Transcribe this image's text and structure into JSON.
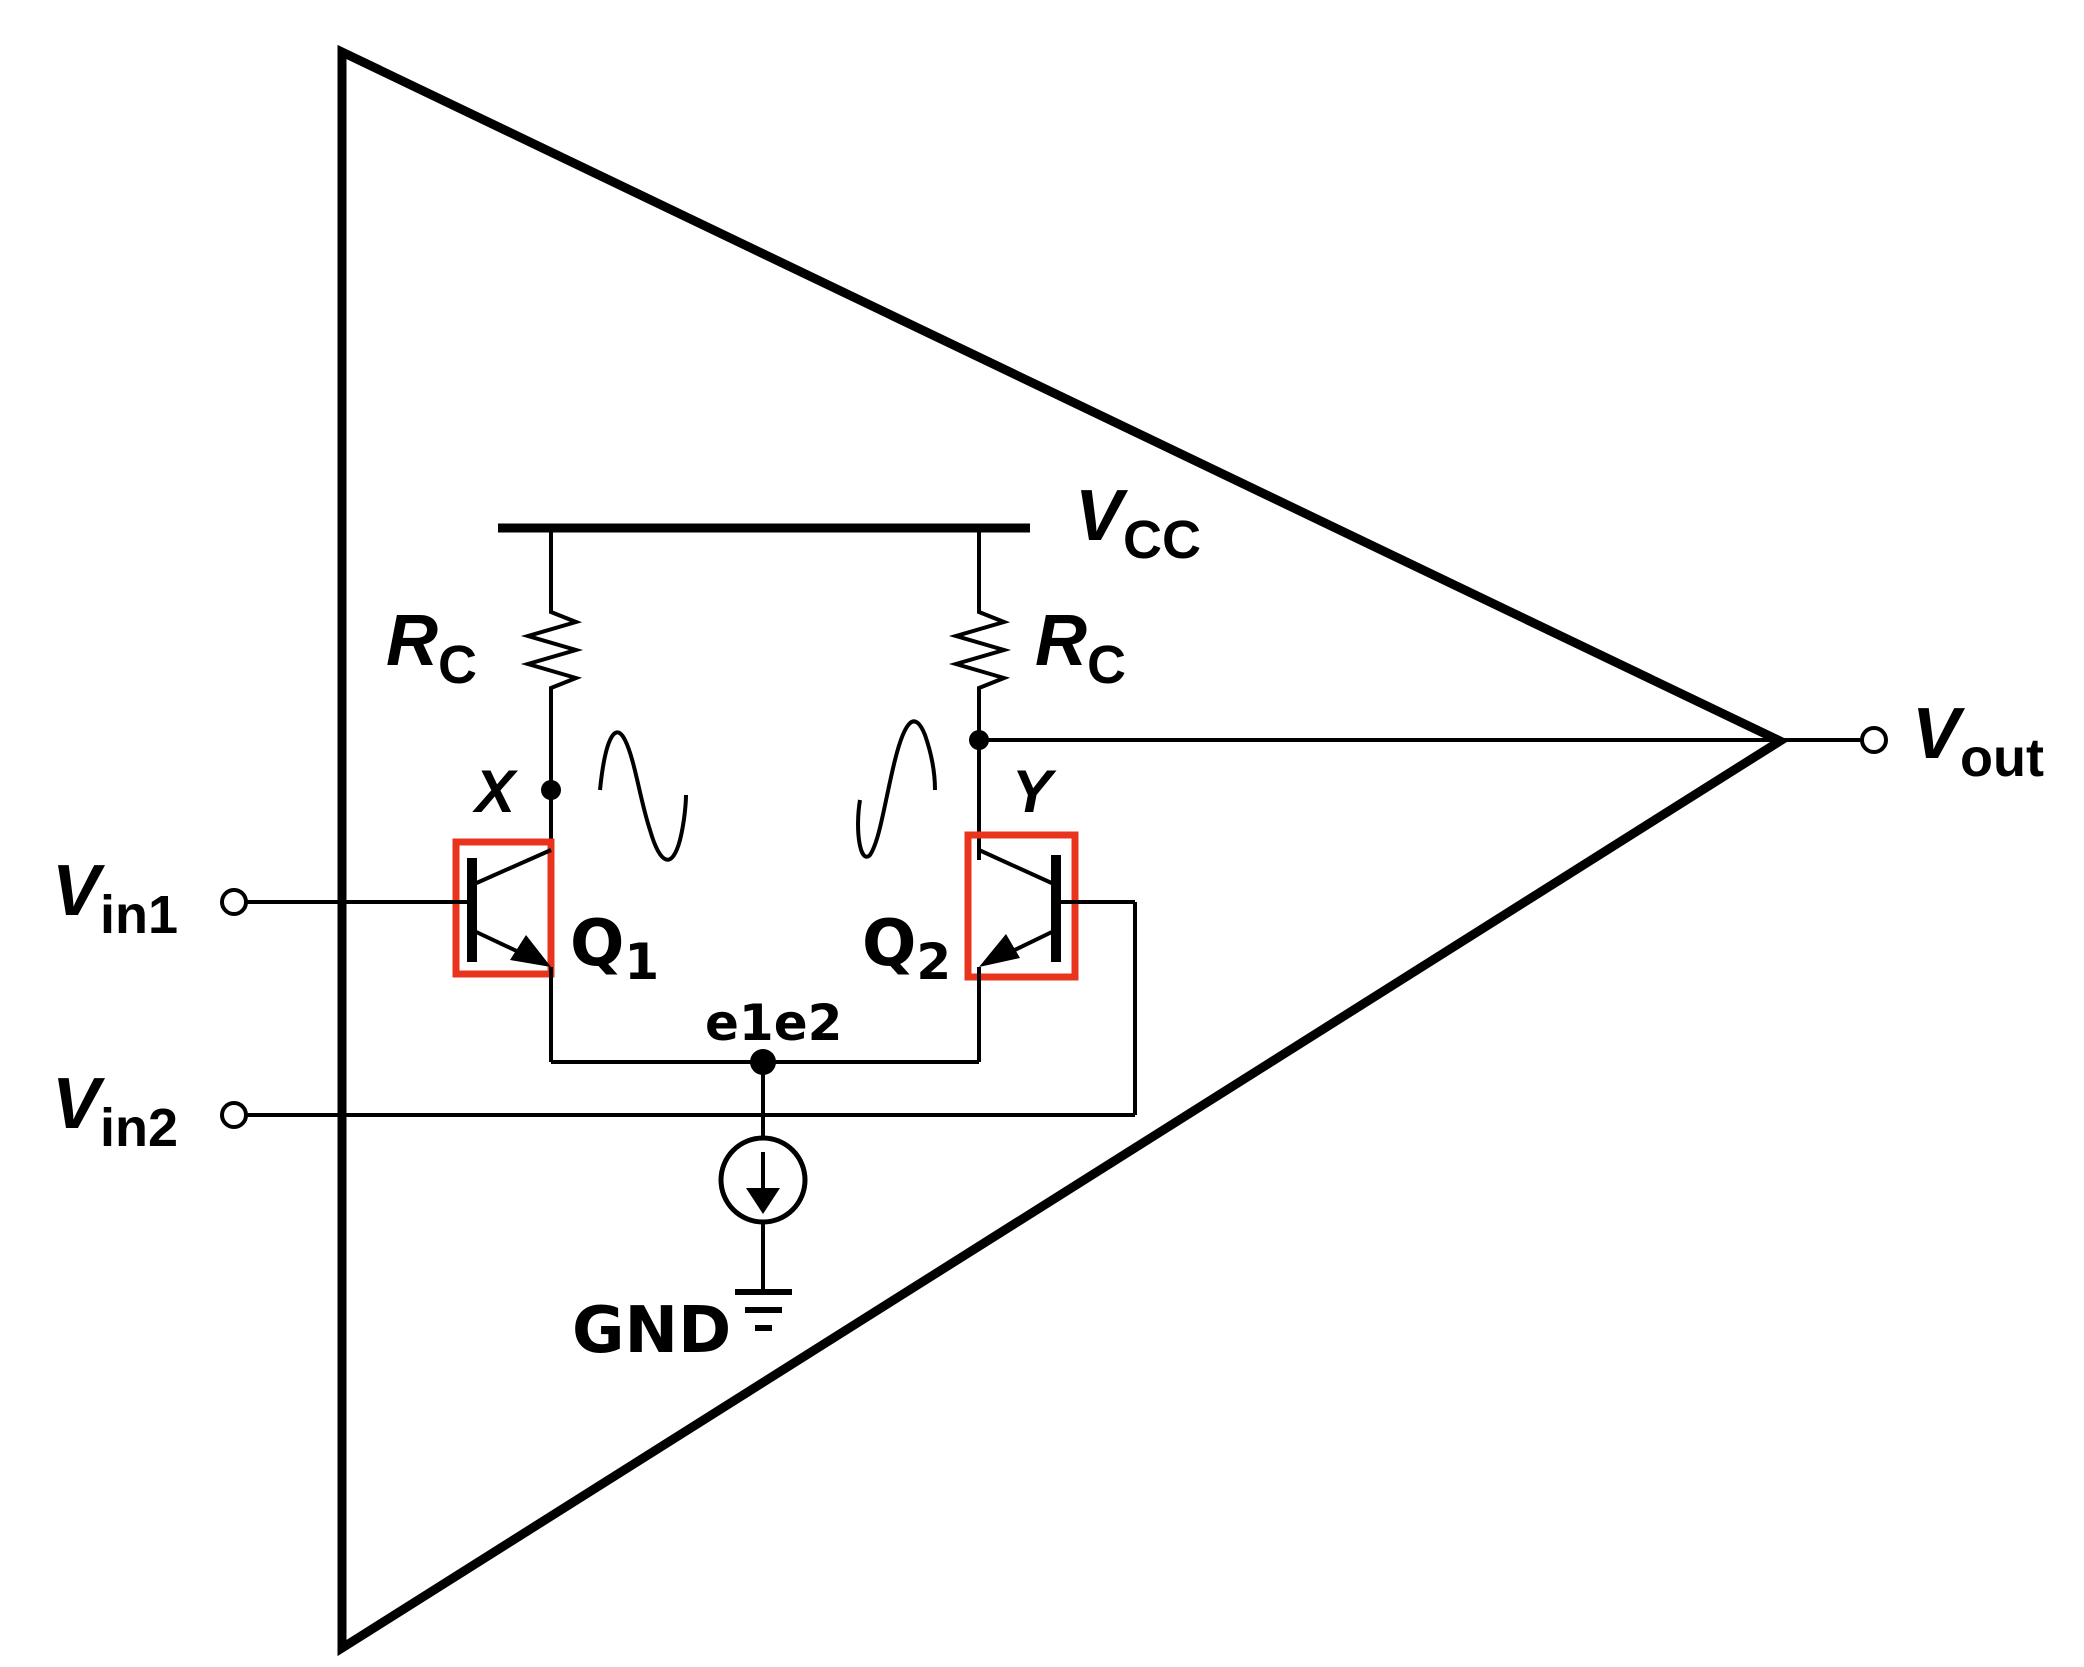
{
  "labels": {
    "vcc": {
      "main": "V",
      "sub": "CC"
    },
    "rc_left": {
      "main": "R",
      "sub": "C"
    },
    "rc_right": {
      "main": "R",
      "sub": "C"
    },
    "node_x": "X",
    "node_y": "Y",
    "q1": "Q",
    "q1_sub": "1",
    "q2": "Q",
    "q2_sub": "2",
    "vin1": {
      "main": "V",
      "sub": "in1"
    },
    "vin2": {
      "main": "V",
      "sub": "in2"
    },
    "vout": {
      "main": "V",
      "sub": "out"
    },
    "emitter_node": "e1e2",
    "ground": "GND"
  },
  "colors": {
    "line": "#000000",
    "highlight": "#e8341c"
  }
}
